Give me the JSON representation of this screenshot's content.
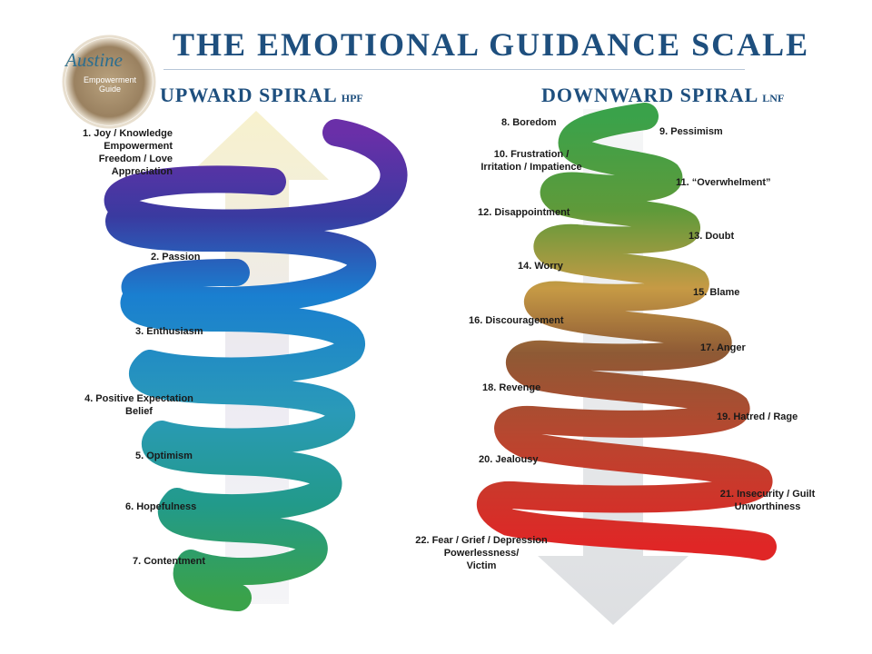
{
  "title": "THE EMOTIONAL GUIDANCE SCALE",
  "logo": {
    "script": "Austine",
    "line1": "Empowerment",
    "line2": "Guide"
  },
  "upward": {
    "heading": "UPWARD SPIRAL",
    "heading_sub": "HPF",
    "items": [
      {
        "lines": [
          "1. Joy / Knowledge",
          "Empowerment",
          "Freedom / Love",
          "Appreciation"
        ]
      },
      {
        "lines": [
          "2. Passion"
        ]
      },
      {
        "lines": [
          "3. Enthusiasm"
        ]
      },
      {
        "lines": [
          "4. Positive Expectation",
          "Belief"
        ]
      },
      {
        "lines": [
          "5. Optimism"
        ]
      },
      {
        "lines": [
          "6. Hopefulness"
        ]
      },
      {
        "lines": [
          "7. Contentment"
        ]
      }
    ]
  },
  "downward": {
    "heading": "DOWNWARD SPIRAL",
    "heading_sub": "LNF",
    "items": [
      {
        "lines": [
          "8. Boredom"
        ]
      },
      {
        "lines": [
          "9. Pessimism"
        ]
      },
      {
        "lines": [
          "10. Frustration /",
          "Irritation / Impatience"
        ]
      },
      {
        "lines": [
          "11. “Overwhelment”"
        ]
      },
      {
        "lines": [
          "12. Disappointment"
        ]
      },
      {
        "lines": [
          "13. Doubt"
        ]
      },
      {
        "lines": [
          "14. Worry"
        ]
      },
      {
        "lines": [
          "15. Blame"
        ]
      },
      {
        "lines": [
          "16. Discouragement"
        ]
      },
      {
        "lines": [
          "17. Anger"
        ]
      },
      {
        "lines": [
          "18. Revenge"
        ]
      },
      {
        "lines": [
          "19. Hatred / Rage"
        ]
      },
      {
        "lines": [
          "20. Jealousy"
        ]
      },
      {
        "lines": [
          "21. Insecurity / Guilt",
          "Unworthiness"
        ]
      },
      {
        "lines": [
          "22. Fear / Grief / Depression",
          "Powerlessness/",
          "Victim"
        ]
      }
    ]
  },
  "colors": {
    "title": "#1e4f7e",
    "up_top": "#6a2fa8",
    "up_mid": "#1a7fd0",
    "up_bottom": "#3aa24a",
    "down_top": "#3aa24a",
    "down_mid": "#a06a2a",
    "down_bottom": "#e02626"
  }
}
